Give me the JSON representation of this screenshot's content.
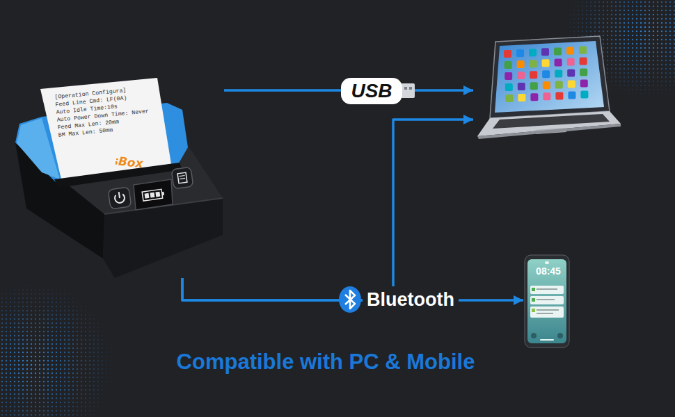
{
  "diagram": {
    "caption": "Compatible with PC & Mobile",
    "nodes": [
      {
        "text": [
          "PosBox"
        ]
      },
      {
        "text": []
      },
      {
        "text": [
          "08:45"
        ]
      }
    ],
    "edges": [
      {
        "from": 0,
        "to": 1,
        "label": "USB",
        "arrow": "to"
      },
      {
        "from": 0,
        "to": 1,
        "arrow": "to"
      },
      {
        "from": 0,
        "to": 2,
        "label": "Bluetooth",
        "arrow": "to"
      }
    ],
    "labels": [
      "[Operation Configura]",
      "Feed Line Cmd: LF(0A)",
      "Auto Idle Time:10s",
      "Auto Power Down Time: Never",
      "Feed Max Len: 20mm",
      "BM Max Len: 50mm"
    ]
  }
}
